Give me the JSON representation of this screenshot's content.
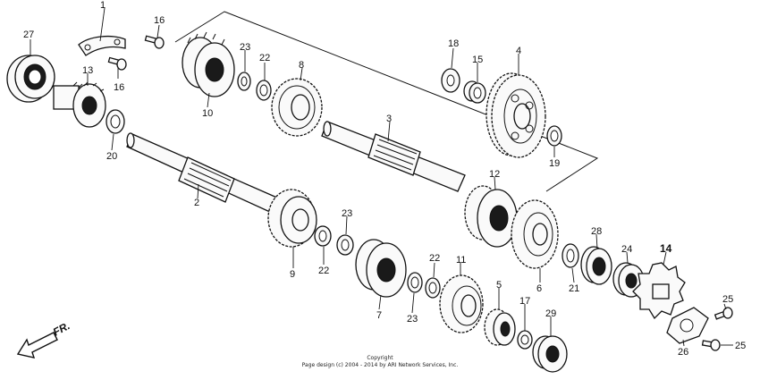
{
  "parts": [
    {
      "id": "1",
      "label": "1"
    },
    {
      "id": "2",
      "label": "2"
    },
    {
      "id": "3",
      "label": "3"
    },
    {
      "id": "4",
      "label": "4"
    },
    {
      "id": "5",
      "label": "5"
    },
    {
      "id": "6",
      "label": "6"
    },
    {
      "id": "7",
      "label": "7"
    },
    {
      "id": "8",
      "label": "8"
    },
    {
      "id": "9",
      "label": "9"
    },
    {
      "id": "10",
      "label": "10"
    },
    {
      "id": "11",
      "label": "11"
    },
    {
      "id": "12",
      "label": "12"
    },
    {
      "id": "13",
      "label": "13"
    },
    {
      "id": "14",
      "label": "14"
    },
    {
      "id": "15",
      "label": "15"
    },
    {
      "id": "16a",
      "label": "16"
    },
    {
      "id": "16b",
      "label": "16"
    },
    {
      "id": "17",
      "label": "17"
    },
    {
      "id": "18",
      "label": "18"
    },
    {
      "id": "19",
      "label": "19"
    },
    {
      "id": "20",
      "label": "20"
    },
    {
      "id": "21",
      "label": "21"
    },
    {
      "id": "22a",
      "label": "22"
    },
    {
      "id": "22b",
      "label": "22"
    },
    {
      "id": "22c",
      "label": "22"
    },
    {
      "id": "23a",
      "label": "23"
    },
    {
      "id": "23b",
      "label": "23"
    },
    {
      "id": "23c",
      "label": "23"
    },
    {
      "id": "24",
      "label": "24"
    },
    {
      "id": "25a",
      "label": "25"
    },
    {
      "id": "25b",
      "label": "25"
    },
    {
      "id": "26",
      "label": "26"
    },
    {
      "id": "27",
      "label": "27"
    },
    {
      "id": "28",
      "label": "28"
    },
    {
      "id": "29",
      "label": "29"
    }
  ],
  "direction_label": "FR.",
  "copyright": {
    "line1": "Copyright",
    "line2": "Page design (c) 2004 - 2014 by ARI Network Services, Inc."
  }
}
